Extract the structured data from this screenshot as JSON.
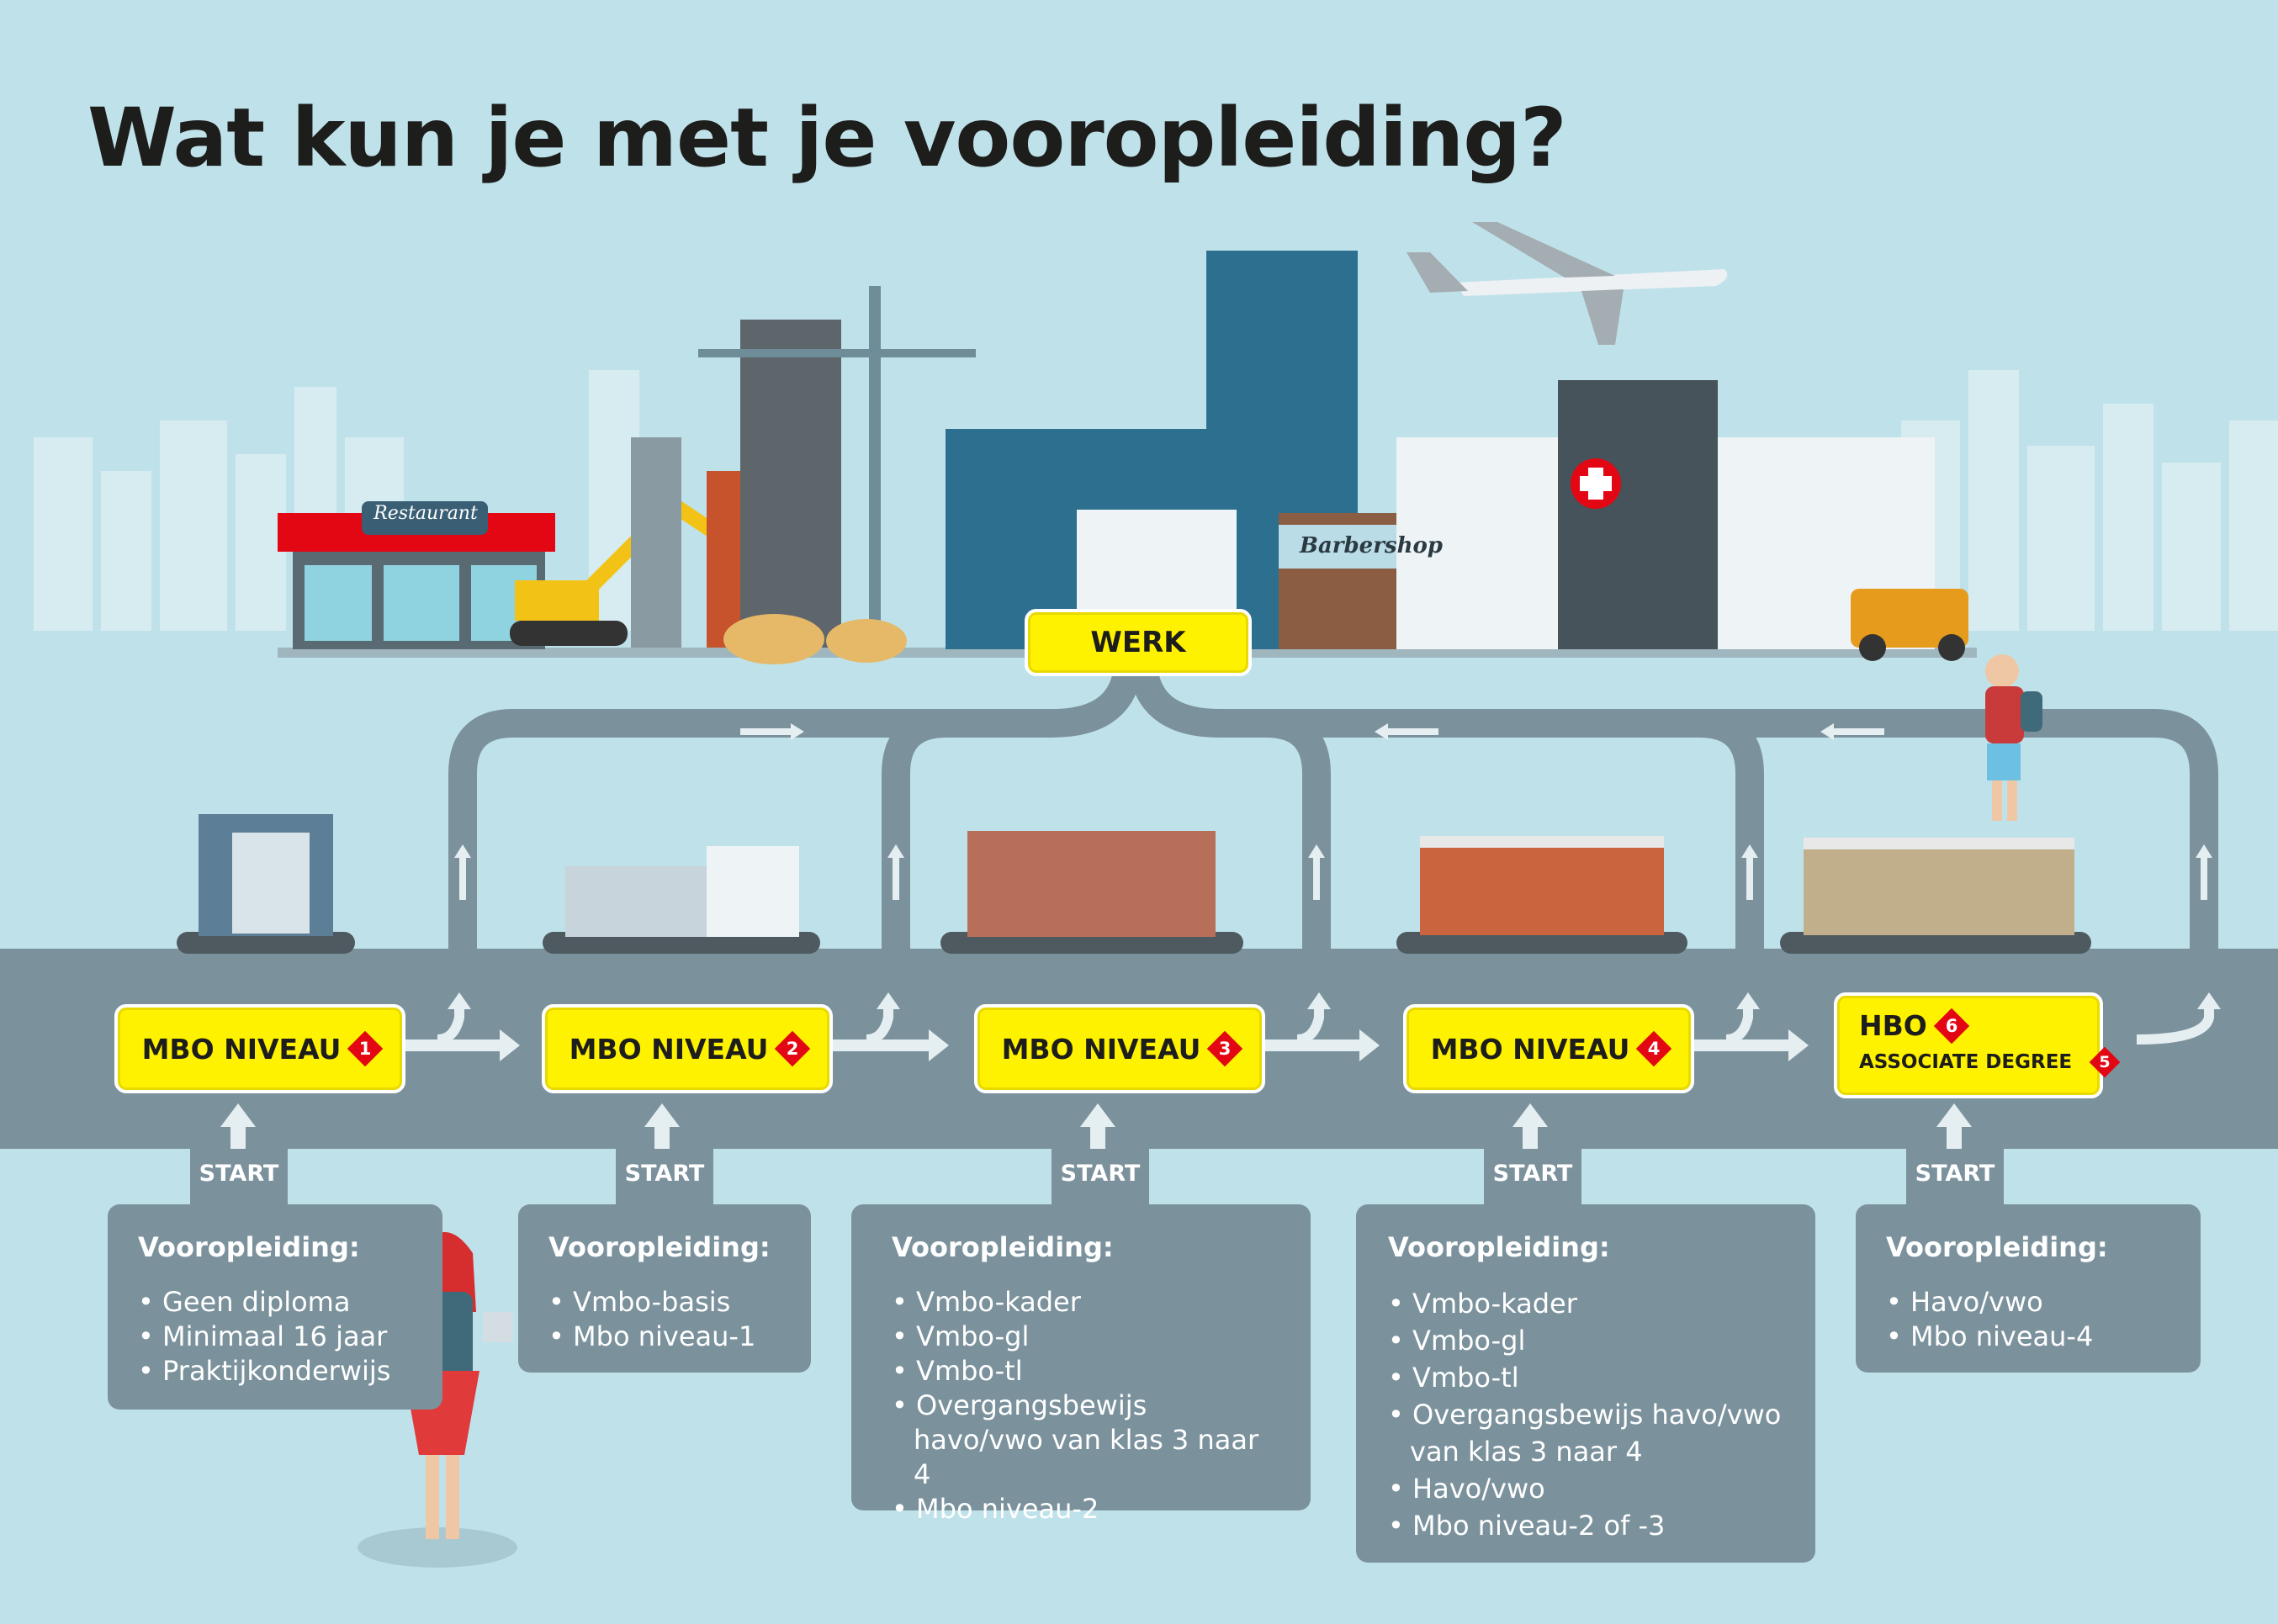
{
  "title": "Wat kun je met je vooropleiding?",
  "werk": "WERK",
  "levels": [
    {
      "label": "MBO NIVEAU",
      "num": "1"
    },
    {
      "label": "MBO NIVEAU",
      "num": "2"
    },
    {
      "label": "MBO NIVEAU",
      "num": "3"
    },
    {
      "label": "MBO NIVEAU",
      "num": "4"
    }
  ],
  "hbo": {
    "label": "HBO",
    "num": "6",
    "ad_label": "ASSOCIATE DEGREE",
    "ad_num": "5"
  },
  "start_label": "START",
  "vooropleiding": [
    {
      "title": "Vooropleiding:",
      "items": [
        "Geen diploma",
        "Minimaal 16 jaar",
        "Praktijkonderwijs"
      ]
    },
    {
      "title": "Vooropleiding:",
      "items": [
        "Vmbo-basis",
        "Mbo niveau-1"
      ]
    },
    {
      "title": "Vooropleiding:",
      "items": [
        "Vmbo-kader",
        "Vmbo-gl",
        "Vmbo-tl",
        "Overgangsbewijs havo/vwo van klas 3 naar 4",
        "Mbo niveau-2"
      ]
    },
    {
      "title": "Vooropleiding:",
      "items": [
        "Vmbo-kader",
        "Vmbo-gl",
        "Vmbo-tl",
        "Overgangsbewijs havo/vwo van klas 3 naar 4",
        "Havo/vwo",
        "Mbo niveau-2 of -3"
      ]
    },
    {
      "title": "Vooropleiding:",
      "items": [
        "Havo/vwo",
        "Mbo niveau-4"
      ]
    }
  ],
  "restaurant_sign": "Restaurant",
  "barbershop_sign": "Barbershop",
  "colors": {
    "sky": "#bfe2ea",
    "road": "#7b929d",
    "yellow": "#fff200",
    "red": "#e30613",
    "dark_text": "#1d1d1b"
  }
}
